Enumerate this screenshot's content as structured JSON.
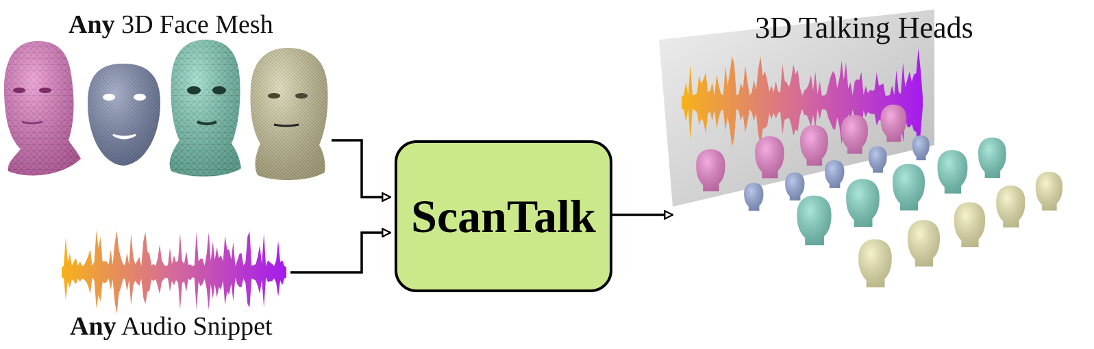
{
  "inputs": {
    "mesh_label_emphasis": "Any",
    "mesh_label_rest": "3D Face Mesh",
    "audio_label_emphasis": "Any",
    "audio_label_rest": "Audio Snippet"
  },
  "model": {
    "name": "ScanTalk",
    "box_color": "#cbe98a"
  },
  "output": {
    "title": "3D Talking Heads"
  },
  "colors": {
    "mesh_pink": "#e879c8",
    "mesh_blue": "#7d8bb3",
    "mesh_teal": "#7dd3bd",
    "mesh_beige": "#d5cfa0",
    "head_pink": "#ef82cf",
    "head_blue": "#95aae0",
    "head_teal": "#7fd8c7",
    "head_yellow": "#f2eeb3",
    "wave_start": "#f7b21a",
    "wave_mid": "#d46a9a",
    "wave_end": "#a41aef"
  },
  "icons": [
    "face-mesh-icon",
    "audio-waveform-icon",
    "arrow-icon",
    "talking-head-icon",
    "projection-screen-icon"
  ]
}
